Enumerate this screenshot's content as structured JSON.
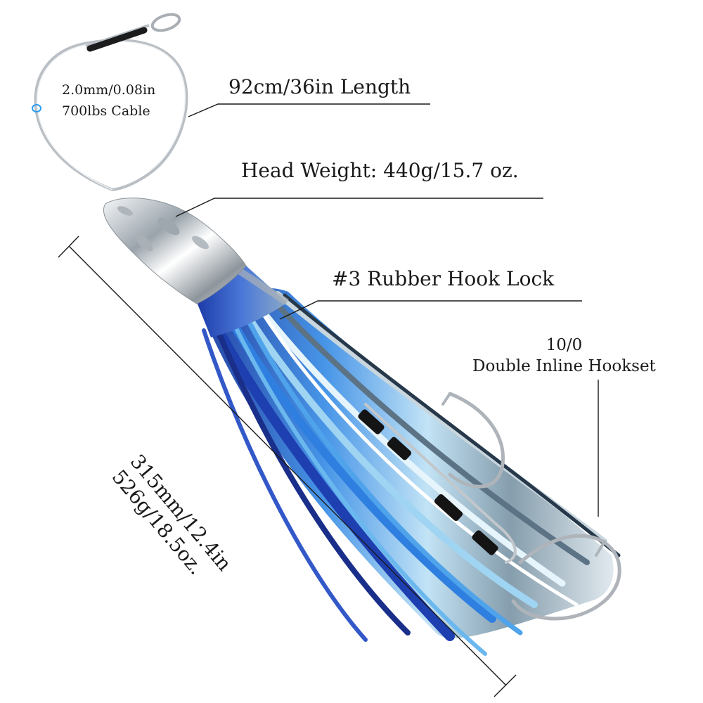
{
  "labels": {
    "cable_diameter": "2.0mm/0.08in",
    "cable_strength": "700lbs Cable",
    "length": "92cm/36in Length",
    "head_weight": "Head Weight: 440g/15.7 oz.",
    "hook_lock": "#3 Rubber Hook Lock",
    "hook_size": "10/0",
    "hookset": "Double Inline Hookset",
    "lure_length": "315mm/12.4in",
    "lure_weight": "526g/18.5oz."
  },
  "colors": {
    "skirt_blue": "#2f7fe0",
    "skirt_dark": "#1a2f8a",
    "skirt_light": "#cfe8f7",
    "chrome": "#d8dde2",
    "line": "#1a1a1a"
  },
  "icons": {
    "cable": "steel-leader-cable",
    "head": "chrome-lure-head",
    "skirt": "squid-skirt",
    "hook": "inline-hook"
  }
}
